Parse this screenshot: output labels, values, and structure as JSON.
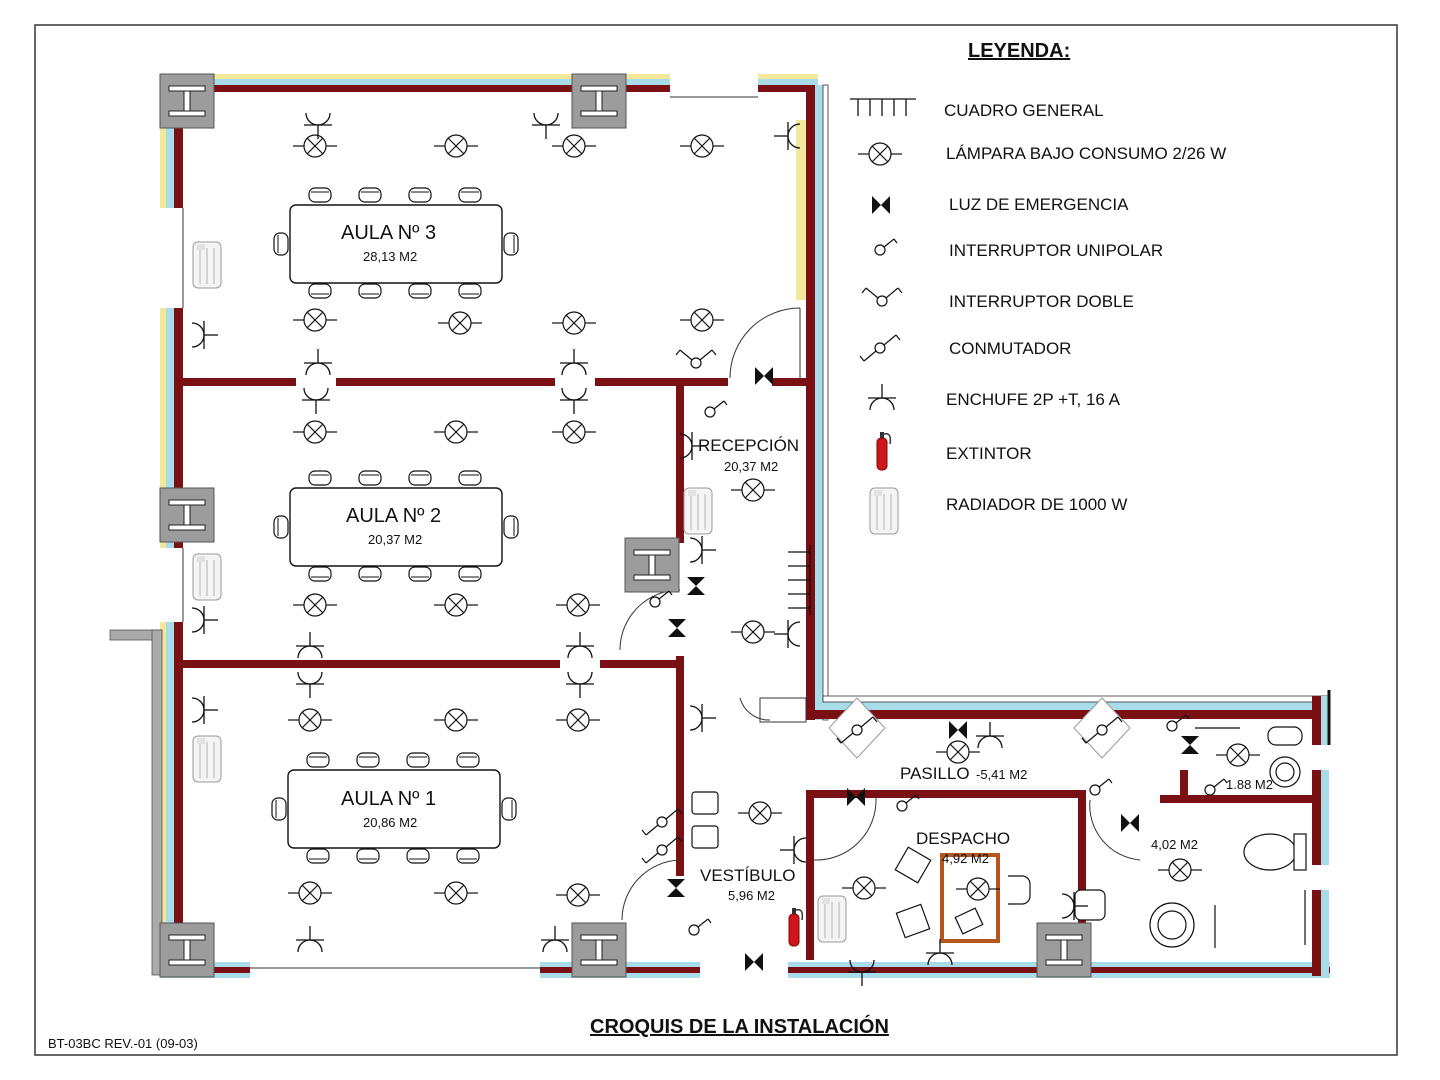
{
  "legend": {
    "title": "LEYENDA:",
    "items": [
      {
        "icon": "cuadro-general-icon",
        "label": "CUADRO GENERAL"
      },
      {
        "icon": "lampara-icon",
        "label": "LÁMPARA BAJO CONSUMO 2/26 W"
      },
      {
        "icon": "luz-emergencia-icon",
        "label": "LUZ DE EMERGENCIA"
      },
      {
        "icon": "interruptor-unipolar-icon",
        "label": "INTERRUPTOR UNIPOLAR"
      },
      {
        "icon": "interruptor-doble-icon",
        "label": "INTERRUPTOR DOBLE"
      },
      {
        "icon": "conmutador-icon",
        "label": "CONMUTADOR"
      },
      {
        "icon": "enchufe-icon",
        "label": "ENCHUFE 2P +T, 16 A"
      },
      {
        "icon": "extintor-icon",
        "label": "EXTINTOR"
      },
      {
        "icon": "radiador-icon",
        "label": "RADIADOR DE 1000 W"
      }
    ]
  },
  "rooms": {
    "aula3": {
      "name": "AULA Nº 3",
      "area": "28,13 M2"
    },
    "aula2": {
      "name": "AULA Nº 2",
      "area": "20,37 M2"
    },
    "aula1": {
      "name": "AULA Nº 1",
      "area": "20,86 M2"
    },
    "recepcion": {
      "name": "RECEPCIÓN",
      "area": "20,37 M2"
    },
    "vestibulo": {
      "name": "VESTÍBULO",
      "area": "5,96 M2"
    },
    "pasillo": {
      "name": "PASILLO",
      "area": "-5,41 M2"
    },
    "despacho": {
      "name": "DESPACHO",
      "area": "4,92 M2"
    },
    "aseo_pequeno": {
      "area": "1.88 M2"
    },
    "aseo": {
      "area": "4,02 M2"
    }
  },
  "footer": {
    "title": "CROQUIS DE LA INSTALACIÓN",
    "code": "BT-03BC  REV.-01  (09-03)"
  },
  "colors": {
    "wall": "#7a0f14",
    "insulation": "#a8dce8",
    "window_yellow": "#f3e79b",
    "column": "#9c9c9c",
    "extintor": "#d0141b",
    "despacho_table": "#b5561d"
  }
}
